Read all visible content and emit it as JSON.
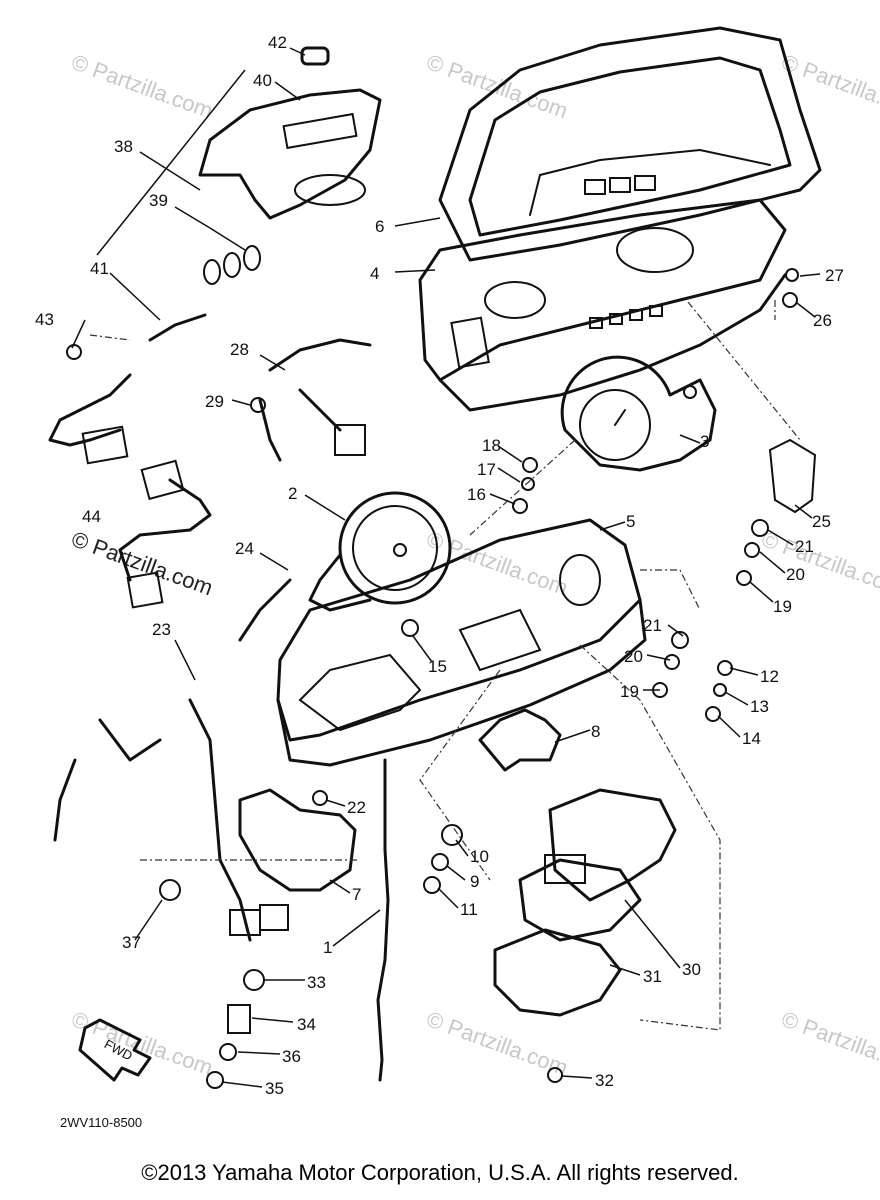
{
  "diagram_code": "2WV110-8500",
  "copyright": "©2013 Yamaha Motor Corporation, U.S.A. All rights reserved.",
  "watermark": "© Partzilla.com",
  "fwd_label": "FWD",
  "callouts": [
    "1",
    "2",
    "3",
    "4",
    "5",
    "6",
    "7",
    "8",
    "9",
    "10",
    "11",
    "12",
    "13",
    "14",
    "15",
    "16",
    "17",
    "18",
    "19",
    "20",
    "21",
    "22",
    "23",
    "24",
    "25",
    "26",
    "27",
    "28",
    "29",
    "30",
    "31",
    "32",
    "33",
    "34",
    "35",
    "36",
    "37",
    "38",
    "39",
    "40",
    "41",
    "42",
    "43",
    "44",
    "19",
    "20",
    "21"
  ]
}
